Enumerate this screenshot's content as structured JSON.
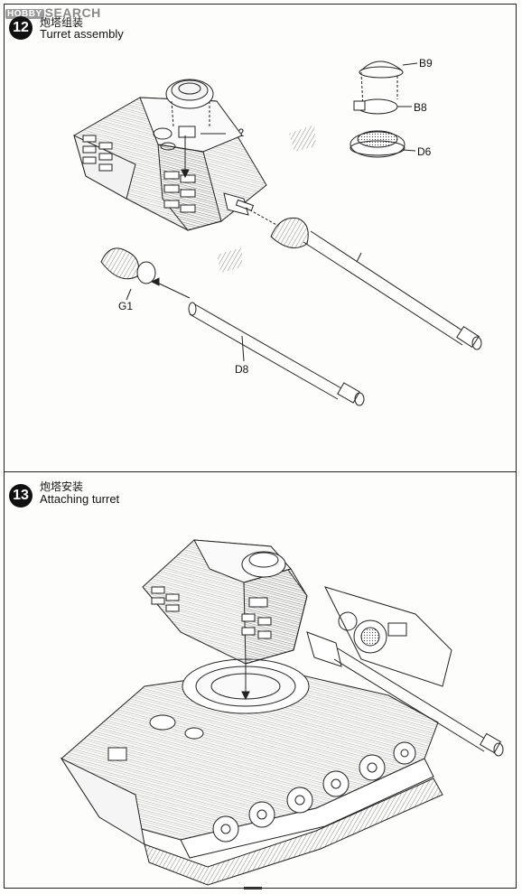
{
  "watermark": {
    "brand_box": "HOBBY",
    "text": "SEARCH"
  },
  "steps": [
    {
      "number": "12",
      "title_cn": "炮塔组装",
      "title_en": "Turret assembly"
    },
    {
      "number": "13",
      "title_cn": "炮塔安装",
      "title_en": "Attaching turret"
    }
  ],
  "parts": {
    "b9": "B9",
    "b8": "B8",
    "d6": "D6",
    "d2": "D2",
    "g1": "G1",
    "d8": "D8"
  }
}
